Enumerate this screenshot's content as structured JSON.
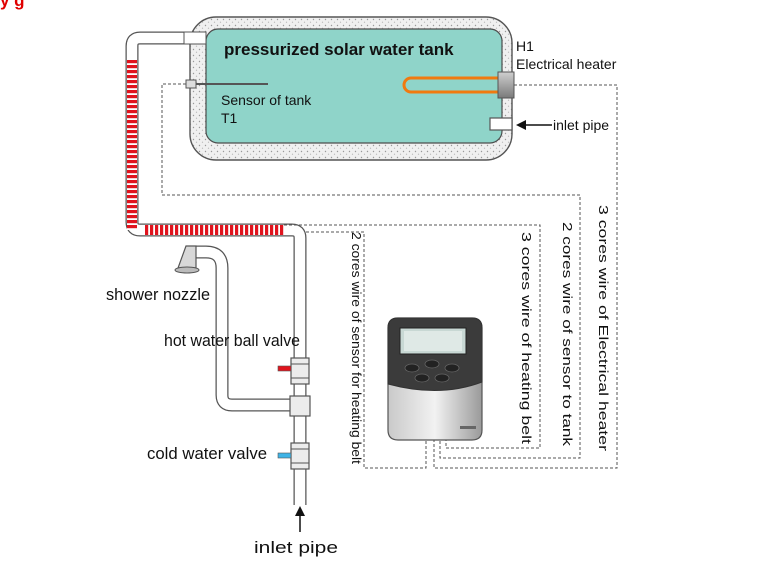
{
  "title_fragment": "y  g",
  "tank": {
    "title": "pressurized  solar water tank",
    "sensor_label": "Sensor of tank",
    "sensor_code": "T1"
  },
  "heater": {
    "code": "H1",
    "label": "Electrical heater"
  },
  "inlet_pipe_tank_label": "inlet pipe",
  "inlet_pipe_bottom_label": "inlet pipe",
  "shower_nozzle_label": "shower nozzle",
  "hot_valve_label": "hot water ball valve",
  "cold_valve_label": "cold water valve",
  "wires": {
    "heating_belt_sensor": "2 cores wire of sensor for heating belt",
    "heating_belt": "3 cores wire of heating belt",
    "tank_sensor": "2 cores wire of sensor to tank",
    "electrical_heater": "3 cores wire of Electrical heater"
  },
  "colors": {
    "tank_fill": "#8fd4c9",
    "heating_belt": "#e0141e",
    "heater_element": "#f07a10",
    "hot_handle": "#e0141e",
    "cold_handle": "#3fb3e6",
    "title_red": "#e00000"
  }
}
